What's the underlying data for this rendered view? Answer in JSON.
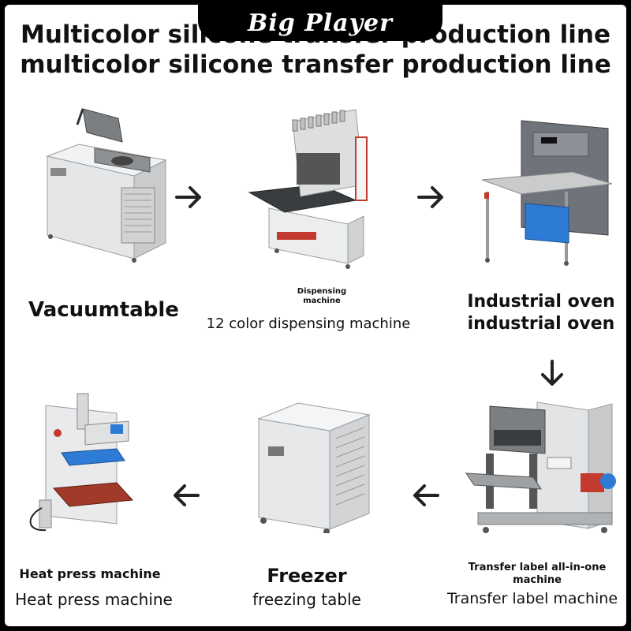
{
  "banner": {
    "brand": "Big Player"
  },
  "title": {
    "line1": "Multicolor silicone transfer production line",
    "line2": "multicolor silicone transfer production line"
  },
  "steps": [
    {
      "name": "vacuum-table",
      "heading": "Vacuumtable",
      "caption": ""
    },
    {
      "name": "dispensing-machine",
      "heading": "Dispensing machine",
      "caption": "12 color dispensing machine"
    },
    {
      "name": "industrial-oven",
      "heading": "Industrial oven",
      "caption": "industrial oven"
    },
    {
      "name": "transfer-label-machine",
      "heading": "Transfer label all-in-one machine",
      "caption": "Transfer label machine"
    },
    {
      "name": "freezer",
      "heading": "Freezer",
      "caption": "freezing table"
    },
    {
      "name": "heat-press-machine",
      "heading": "Heat press machine",
      "caption": "Heat press machine"
    }
  ],
  "icons": [
    "arrow-right-icon",
    "arrow-down-icon",
    "arrow-left-icon"
  ],
  "colors": {
    "background": "#ffffff",
    "border": "#000000",
    "text": "#111111",
    "machine_gray": "#c9cbcd",
    "accent_blue": "#2e7bd6",
    "accent_red": "#c43a2f"
  }
}
